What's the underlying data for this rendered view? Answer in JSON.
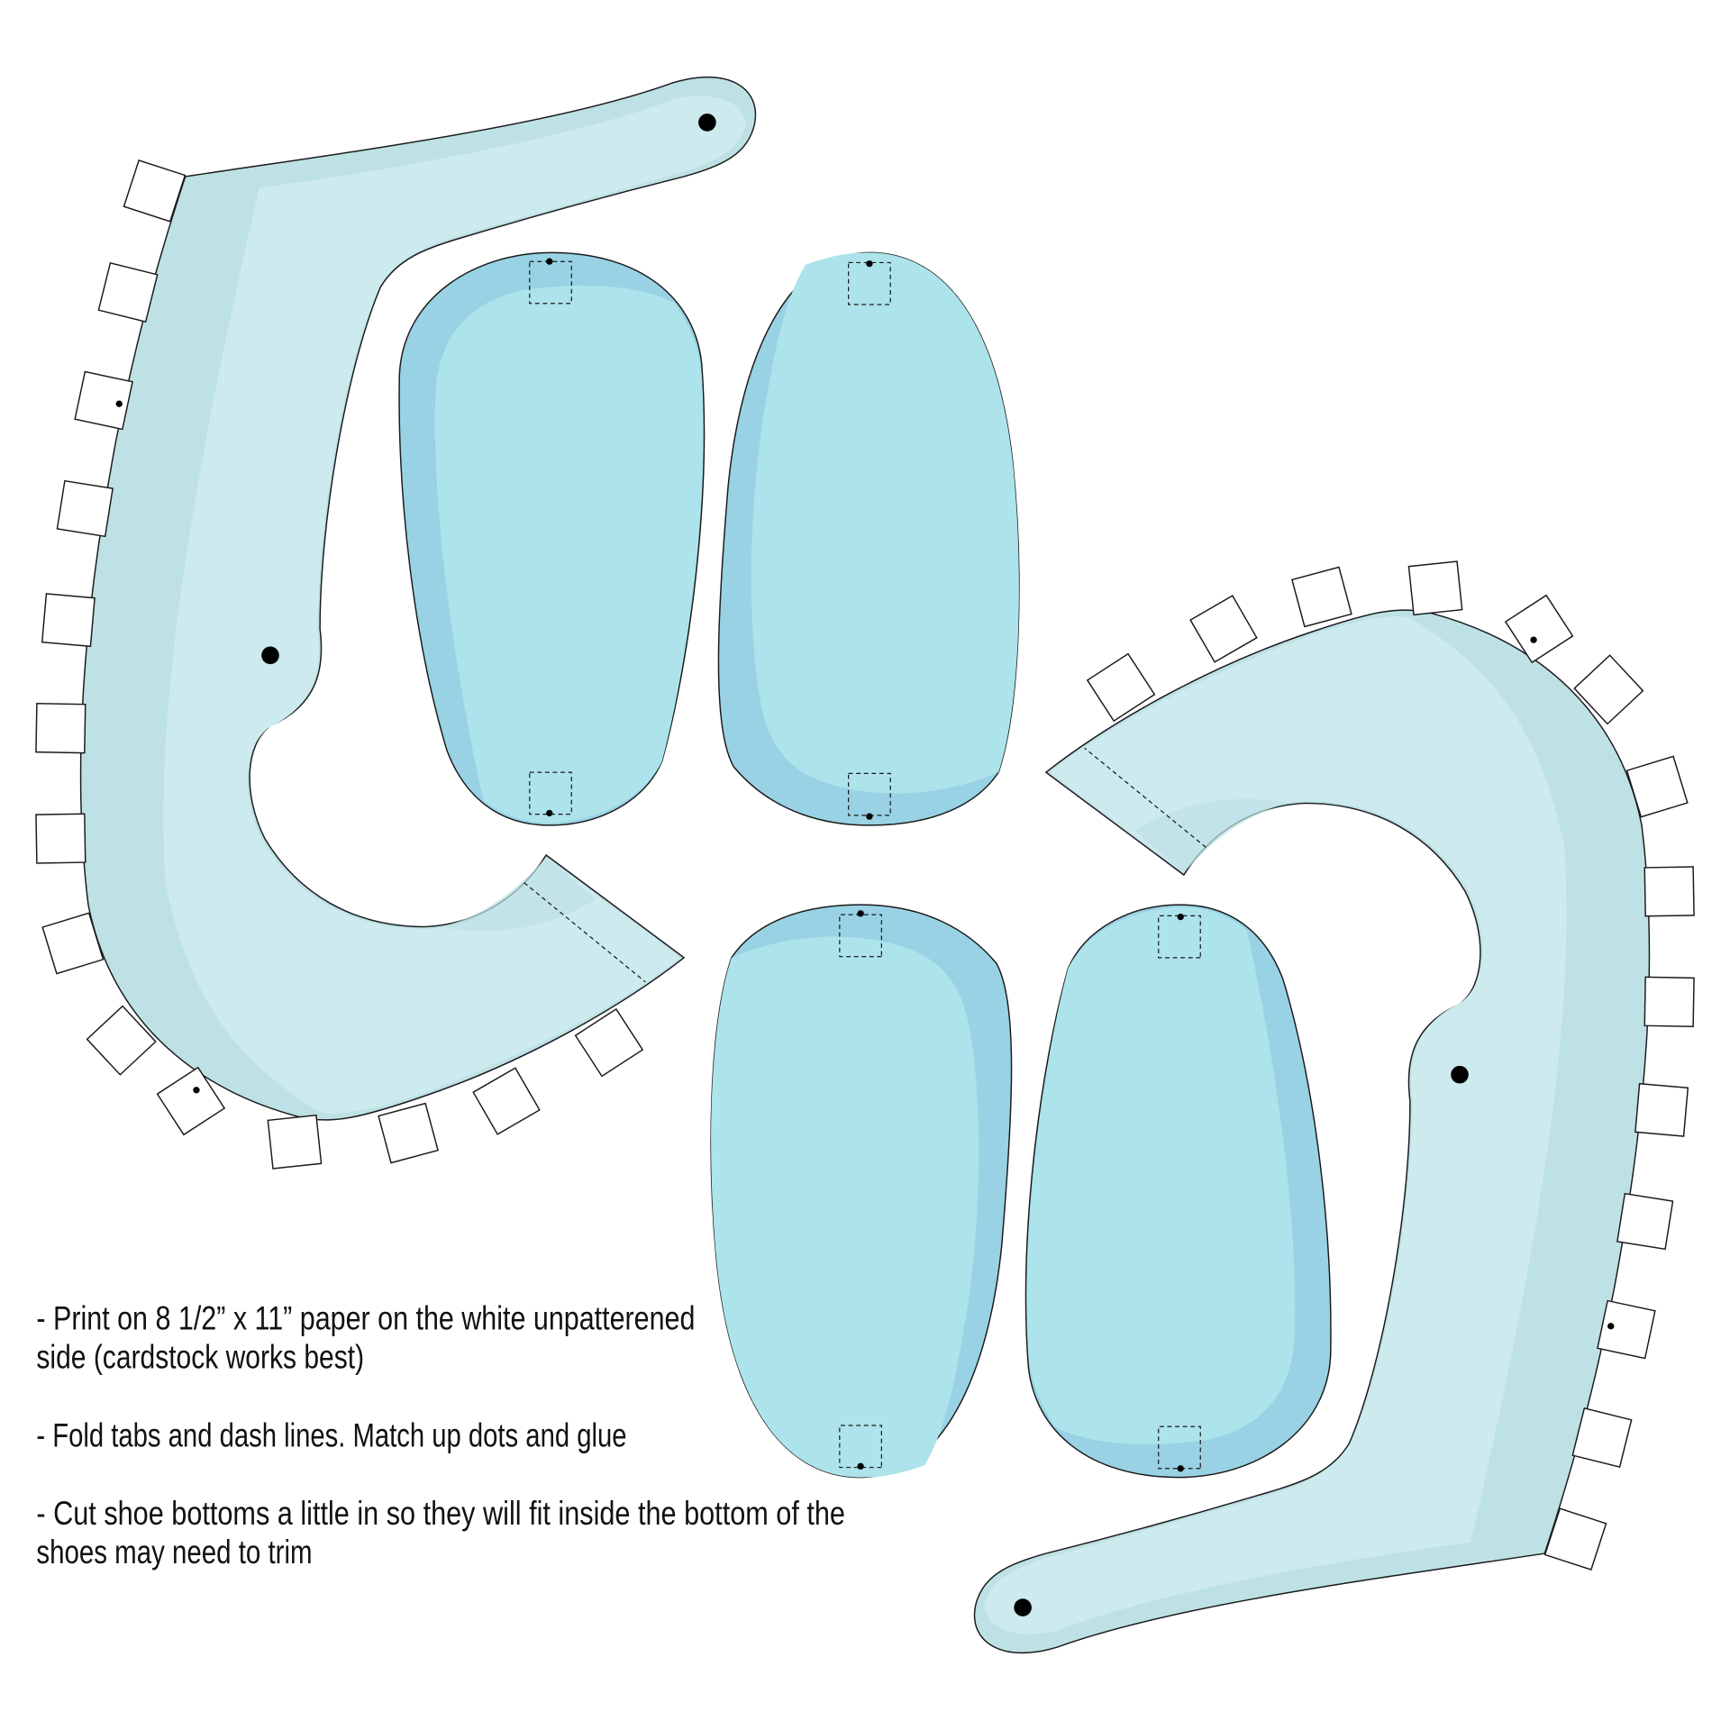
{
  "instructions": [
    "- Print on 8 1/2” x 11” paper on the white unpatterened",
    "side (cardstock works best)",
    "- Fold tabs and dash lines. Match up dots and glue",
    "- Cut shoe bottoms a little in so they will fit inside the bottom of the",
    "shoes may need to trim"
  ],
  "colors": {
    "upper_light": "#cdeaee",
    "upper_shade": "#bde1e5",
    "sole_light": "#ade3ea",
    "sole_shade": "#98d2e4",
    "outline": "#1a1a1a"
  }
}
